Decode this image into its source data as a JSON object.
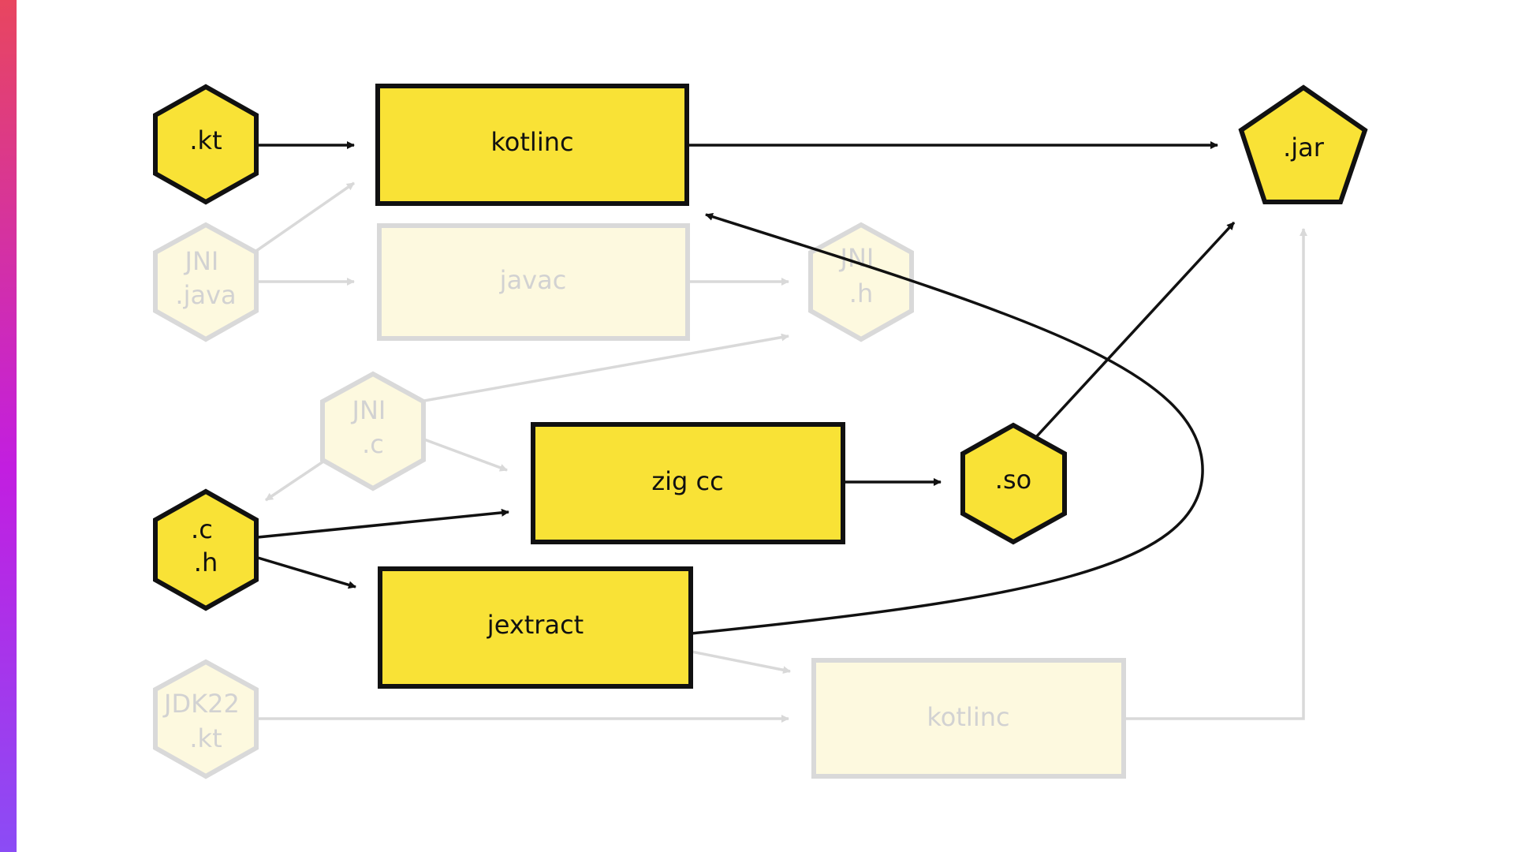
{
  "colors": {
    "accent_top": "#e8465f",
    "accent_mid": "#c21ee0",
    "accent_bottom": "#8b4cf5",
    "active_fill": "#f9e236",
    "active_stroke": "#111111",
    "faded_fill": "#fdf9df",
    "faded_stroke": "#d9d9d9",
    "faded_text": "#d2d2d2"
  },
  "nodes": {
    "kt_file": {
      "lines": [
        ".kt"
      ],
      "shape": "hexagon",
      "state": "active"
    },
    "jni_java_file": {
      "lines": [
        "JNI",
        ".java"
      ],
      "shape": "hexagon",
      "state": "faded"
    },
    "jni_c_file": {
      "lines": [
        "JNI",
        ".c"
      ],
      "shape": "hexagon",
      "state": "faded"
    },
    "c_h_file": {
      "lines": [
        ".c",
        ".h"
      ],
      "shape": "hexagon",
      "state": "active"
    },
    "jdk22_kt_file": {
      "lines": [
        "JDK22",
        ".kt"
      ],
      "shape": "hexagon",
      "state": "faded"
    },
    "jni_h_file": {
      "lines": [
        "JNI",
        ".h"
      ],
      "shape": "hexagon",
      "state": "faded"
    },
    "so_file": {
      "lines": [
        ".so"
      ],
      "shape": "hexagon",
      "state": "active"
    },
    "jar_file": {
      "lines": [
        ".jar"
      ],
      "shape": "pentagon",
      "state": "active"
    },
    "kotlinc_top": {
      "lines": [
        "kotlinc"
      ],
      "shape": "box",
      "state": "active"
    },
    "javac": {
      "lines": [
        "javac"
      ],
      "shape": "box",
      "state": "faded"
    },
    "zig_cc": {
      "lines": [
        "zig cc"
      ],
      "shape": "box",
      "state": "active"
    },
    "jextract": {
      "lines": [
        "jextract"
      ],
      "shape": "box",
      "state": "active"
    },
    "kotlinc_bottom": {
      "lines": [
        "kotlinc"
      ],
      "shape": "box",
      "state": "faded"
    }
  },
  "edges": [
    {
      "from": "kt_file",
      "to": "kotlinc_top",
      "state": "active"
    },
    {
      "from": "kotlinc_top",
      "to": "jar_file",
      "state": "active"
    },
    {
      "from": "jni_java_file",
      "to": "kotlinc_top",
      "state": "faded"
    },
    {
      "from": "jni_java_file",
      "to": "javac",
      "state": "faded"
    },
    {
      "from": "javac",
      "to": "jni_h_file",
      "state": "faded"
    },
    {
      "from": "jni_c_file",
      "to": "jni_h_file",
      "state": "faded"
    },
    {
      "from": "jni_c_file",
      "to": "zig_cc",
      "state": "faded"
    },
    {
      "from": "jni_c_file",
      "to": "c_h_file",
      "state": "faded"
    },
    {
      "from": "c_h_file",
      "to": "zig_cc",
      "state": "active"
    },
    {
      "from": "c_h_file",
      "to": "jextract",
      "state": "active"
    },
    {
      "from": "zig_cc",
      "to": "so_file",
      "state": "active"
    },
    {
      "from": "so_file",
      "to": "jar_file",
      "state": "active"
    },
    {
      "from": "jextract",
      "to": "kotlinc_top",
      "state": "active"
    },
    {
      "from": "jextract",
      "to": "kotlinc_bottom",
      "state": "faded"
    },
    {
      "from": "jdk22_kt_file",
      "to": "kotlinc_bottom",
      "state": "faded"
    },
    {
      "from": "kotlinc_bottom",
      "to": "jar_file",
      "state": "faded"
    }
  ]
}
